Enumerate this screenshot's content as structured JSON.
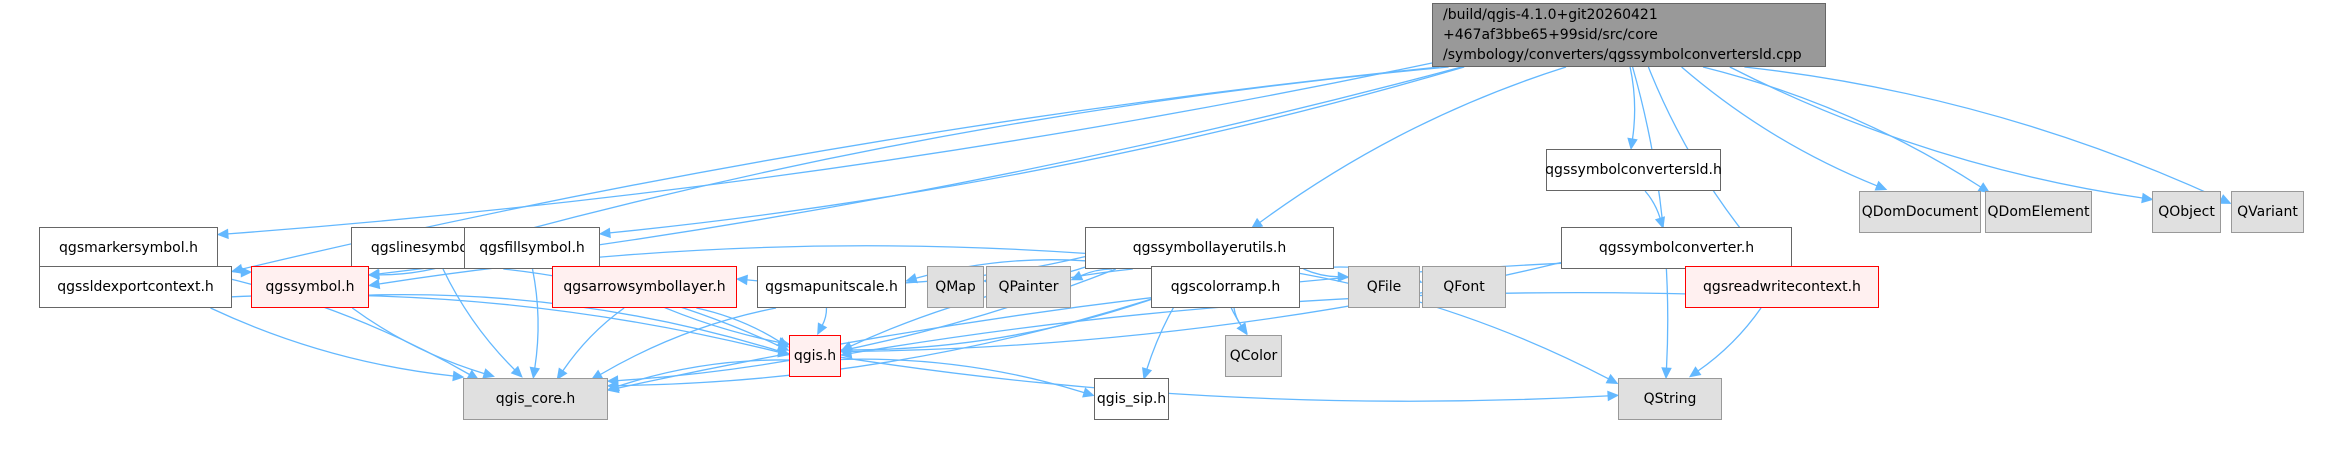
{
  "graph": {
    "title": "Include dependency graph",
    "colors": {
      "edge": "#63b8ff",
      "root_fill": "#999999",
      "external_fill": "#e0e0e0",
      "warning_border": "#ff0000",
      "warning_fill": "#fff0f0"
    },
    "root": {
      "id": "root",
      "lines": [
        "/build/qgis-4.1.0+git20260421",
        "+467af3bbe65+99sid/src/core",
        "/symbology/converters/qgssymbolconvertersld.cpp"
      ]
    },
    "nodes": [
      {
        "id": "qgsmarkersymbol",
        "label": "qgsmarkersymbol.h",
        "kind": "normal"
      },
      {
        "id": "qgslinesymbol",
        "label": "qgslinesymbol.h",
        "kind": "normal"
      },
      {
        "id": "qgsfillsymbol",
        "label": "qgsfillsymbol.h",
        "kind": "normal"
      },
      {
        "id": "qgssymbollayerutils",
        "label": "qgssymbollayerutils.h",
        "kind": "normal"
      },
      {
        "id": "qgssymbolconvertersld",
        "label": "qgssymbolconvertersld.h",
        "kind": "normal"
      },
      {
        "id": "QDomDocument",
        "label": "QDomDocument",
        "kind": "external"
      },
      {
        "id": "QDomElement",
        "label": "QDomElement",
        "kind": "external"
      },
      {
        "id": "QObject",
        "label": "QObject",
        "kind": "external"
      },
      {
        "id": "QVariant",
        "label": "QVariant",
        "kind": "external"
      },
      {
        "id": "qgssymbolconverter",
        "label": "qgssymbolconverter.h",
        "kind": "normal"
      },
      {
        "id": "qgssldexportcontext",
        "label": "qgssldexportcontext.h",
        "kind": "normal"
      },
      {
        "id": "qgssymbol",
        "label": "qgssymbol.h",
        "kind": "warning"
      },
      {
        "id": "qgsarrowsymbollayer",
        "label": "qgsarrowsymbollayer.h",
        "kind": "warning"
      },
      {
        "id": "qgsmapunitscale",
        "label": "qgsmapunitscale.h",
        "kind": "normal"
      },
      {
        "id": "QMap",
        "label": "QMap",
        "kind": "external"
      },
      {
        "id": "QPainter",
        "label": "QPainter",
        "kind": "external"
      },
      {
        "id": "qgscolorramp",
        "label": "qgscolorramp.h",
        "kind": "normal"
      },
      {
        "id": "QFile",
        "label": "QFile",
        "kind": "external"
      },
      {
        "id": "QFont",
        "label": "QFont",
        "kind": "external"
      },
      {
        "id": "qgsreadwritecontext",
        "label": "qgsreadwritecontext.h",
        "kind": "warning"
      },
      {
        "id": "qgis",
        "label": "qgis.h",
        "kind": "warning"
      },
      {
        "id": "QColor",
        "label": "QColor",
        "kind": "external"
      },
      {
        "id": "qgis_core",
        "label": "qgis_core.h",
        "kind": "external"
      },
      {
        "id": "qgis_sip",
        "label": "qgis_sip.h",
        "kind": "normal"
      },
      {
        "id": "QString",
        "label": "QString",
        "kind": "external"
      }
    ],
    "edges": [
      [
        "root",
        "qgsmarkersymbol"
      ],
      [
        "root",
        "qgssldexportcontext"
      ],
      [
        "root",
        "qgssymbol"
      ],
      [
        "root",
        "qgslinesymbol"
      ],
      [
        "root",
        "qgsfillsymbol"
      ],
      [
        "root",
        "qgssymbollayerutils"
      ],
      [
        "root",
        "qgssymbolconvertersld"
      ],
      [
        "root",
        "qgsreadwritecontext"
      ],
      [
        "root",
        "QString"
      ],
      [
        "root",
        "QDomDocument"
      ],
      [
        "root",
        "QDomElement"
      ],
      [
        "root",
        "QObject"
      ],
      [
        "root",
        "QVariant"
      ],
      [
        "qgsmarkersymbol",
        "qgssymbol"
      ],
      [
        "qgsmarkersymbol",
        "qgis_core"
      ],
      [
        "qgslinesymbol",
        "qgssymbol"
      ],
      [
        "qgslinesymbol",
        "qgis"
      ],
      [
        "qgslinesymbol",
        "qgis_core"
      ],
      [
        "qgsfillsymbol",
        "qgssymbol"
      ],
      [
        "qgsfillsymbol",
        "qgis"
      ],
      [
        "qgsfillsymbol",
        "qgis_core"
      ],
      [
        "qgssymbollayerutils",
        "qgssymbol"
      ],
      [
        "qgssymbollayerutils",
        "qgsarrowsymbollayer"
      ],
      [
        "qgssymbollayerutils",
        "qgsmapunitscale"
      ],
      [
        "qgssymbollayerutils",
        "QMap"
      ],
      [
        "qgssymbollayerutils",
        "QPainter"
      ],
      [
        "qgssymbollayerutils",
        "qgscolorramp"
      ],
      [
        "qgssymbollayerutils",
        "QFile"
      ],
      [
        "qgssymbollayerutils",
        "QFont"
      ],
      [
        "qgssymbollayerutils",
        "qgis"
      ],
      [
        "qgssymbollayerutils",
        "qgis_core"
      ],
      [
        "qgssymbollayerutils",
        "QColor"
      ],
      [
        "qgssymbollayerutils",
        "QString"
      ],
      [
        "qgssymbollayerutils",
        "qgis_sip"
      ],
      [
        "qgssymbolconvertersld",
        "qgssymbolconverter"
      ],
      [
        "qgssymbolconverter",
        "qgsreadwritecontext"
      ],
      [
        "qgssymbolconverter",
        "qgis"
      ],
      [
        "qgssymbolconverter",
        "qgis_core"
      ],
      [
        "qgssldexportcontext",
        "qgis"
      ],
      [
        "qgssldexportcontext",
        "qgis_core"
      ],
      [
        "qgssymbol",
        "qgis"
      ],
      [
        "qgssymbol",
        "qgis_core"
      ],
      [
        "qgsarrowsymbollayer",
        "qgis"
      ],
      [
        "qgsarrowsymbollayer",
        "qgis_core"
      ],
      [
        "qgsmapunitscale",
        "qgis"
      ],
      [
        "qgsmapunitscale",
        "qgis_core"
      ],
      [
        "qgscolorramp",
        "qgis"
      ],
      [
        "qgscolorramp",
        "QColor"
      ],
      [
        "qgscolorramp",
        "qgis_core"
      ],
      [
        "qgsreadwritecontext",
        "qgis"
      ],
      [
        "qgsreadwritecontext",
        "QString"
      ],
      [
        "qgis",
        "qgis_core"
      ],
      [
        "qgis",
        "qgis_sip"
      ],
      [
        "qgis",
        "QString"
      ]
    ]
  }
}
